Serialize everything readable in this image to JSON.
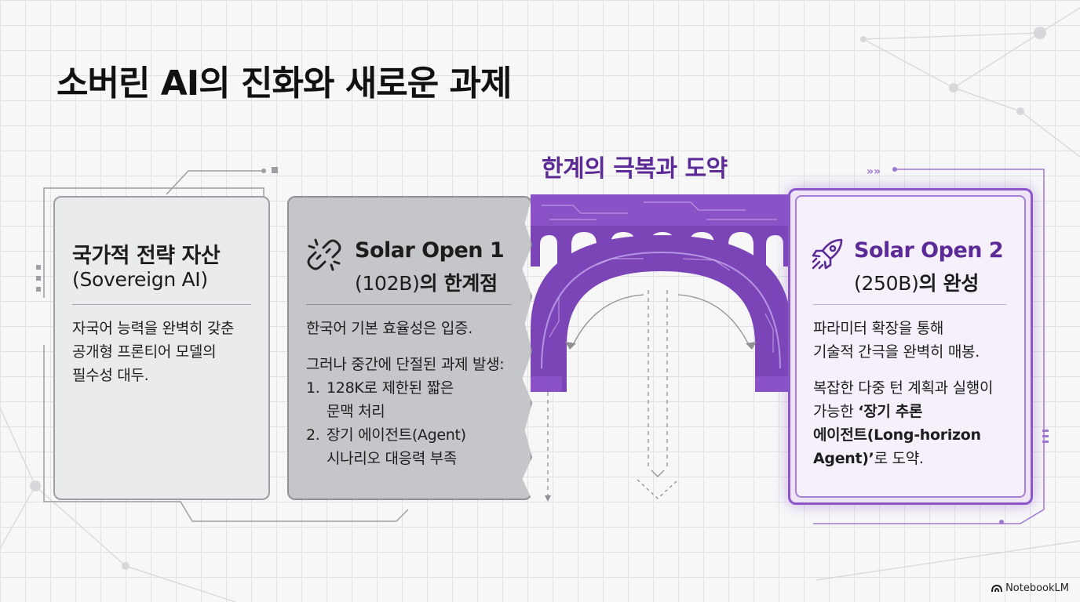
{
  "title": "소버린 AI의 진화와 새로운 과제",
  "bridge_label": "한계의 극복과 도약",
  "card1": {
    "heading": "국가적 전략 자산",
    "subheading": "(Sovereign AI)",
    "body": [
      "자국어 능력을 완벽히 갖춘",
      "공개형 프론티어 모델의",
      "필수성 대두."
    ]
  },
  "card2": {
    "icon": "broken-chain-icon",
    "heading": "Solar Open 1",
    "subheading_paren": "(102B)",
    "subheading_rest": "의 한계점",
    "intro": "한국어 기본 효율성은 입증.",
    "lead": "그러나 중간에 단절된 과제 발생:",
    "items": [
      {
        "num": "1.",
        "line1": "128K로 제한된 짧은",
        "line2": "문맥 처리"
      },
      {
        "num": "2.",
        "line1": "장기 에이전트(Agent)",
        "line2": "시나리오 대응력 부족"
      }
    ]
  },
  "card3": {
    "icon": "rocket-icon",
    "heading": "Solar Open 2",
    "subheading_paren": "(250B)",
    "subheading_rest": "의 완성",
    "body1": [
      "파라미터 확장을 통해",
      "기술적 간극을 완벽히 매봉."
    ],
    "body2_line1": "복잡한 다중 턴 계획과 실행이",
    "body2_line2_plain": "가능한 ",
    "body2_line2_bold": "‘장기 추론",
    "body2_line3_bold": "에이전트(Long-horizon",
    "body2_line4_bold": "Agent)’",
    "body2_line4_plain": "로 도약."
  },
  "logo_text": "NotebookLM",
  "colors": {
    "accent": "#7b45b8",
    "accent_dark": "#5b2a96",
    "grey_card": "#c4c6ca"
  }
}
